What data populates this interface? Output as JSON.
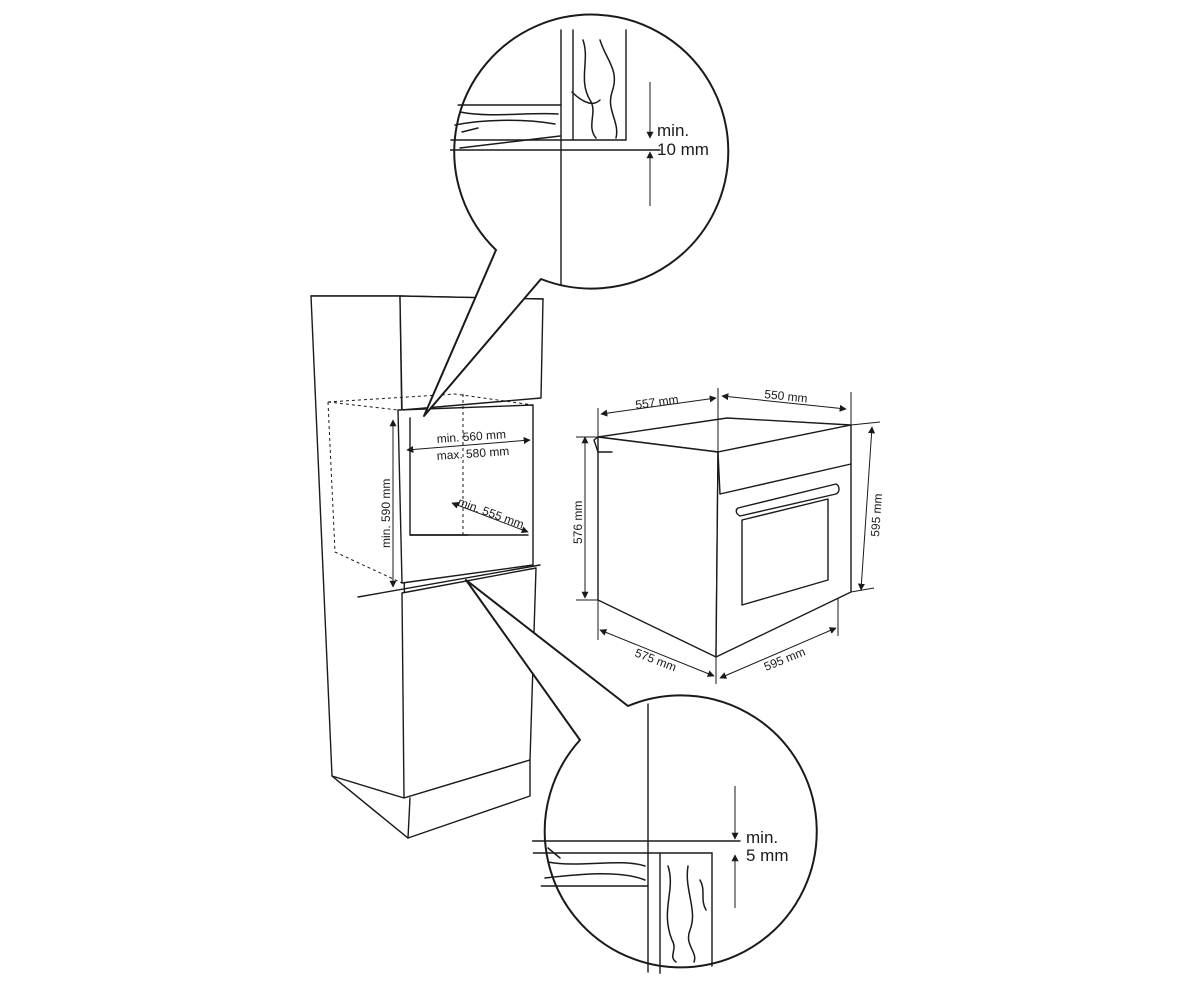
{
  "detail_top": {
    "line1": "min.",
    "line2": "10 mm"
  },
  "detail_bottom": {
    "line1": "min.",
    "line2": "5  mm"
  },
  "cabinet": {
    "width_min": "min. 560 mm",
    "width_max": "max. 580 mm",
    "depth_min": "min. 555 mm",
    "height_min": "min. 590 mm"
  },
  "oven": {
    "top_depth": "557 mm",
    "top_width": "550 mm",
    "side_height": "576 mm",
    "front_height": "595 mm",
    "bottom_depth": "575 mm",
    "bottom_width": "595 mm"
  }
}
